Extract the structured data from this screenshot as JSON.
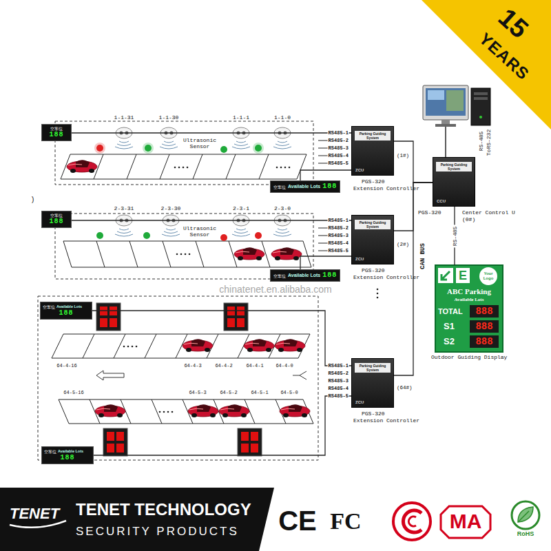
{
  "diagram": {
    "nodes": [
      {
        "text": [
          "空车位",
          "188"
        ]
      },
      {
        "text": [
          "Parking Guiding System",
          "ZCU",
          "(1#)",
          "PGS-320",
          "Extension Controller"
        ]
      },
      {
        "text": [
          "空车位",
          "Available Lots",
          "188"
        ]
      },
      {
        "text": [
          "Parking Guiding System",
          "CCU",
          "PGS-320",
          "Center Control U",
          "(0#)"
        ]
      },
      {
        "text": [
          "空车位",
          "188"
        ]
      },
      {
        "text": [
          "Parking Guiding System",
          "ZCU",
          "(2#)",
          "PGS-320",
          "Extension Controller"
        ]
      },
      {
        "text": [
          "空车位",
          "Available Lots",
          "188"
        ]
      },
      {
        "text": [
          "E",
          "Your Logo",
          "ABC Parking",
          "Available Lots",
          "TOTAL",
          "888",
          "S1",
          "888",
          "S2",
          "888",
          "Outdoor Guiding Display"
        ]
      },
      {
        "text": [
          "空车位",
          "Available Lots",
          "188"
        ]
      },
      {
        "text": [
          "Parking Guiding System",
          "ZCU",
          "(64#)",
          "PGS-320",
          "Extension Controller"
        ]
      },
      {
        "text": [
          "空车位",
          "Available Lots",
          "188"
        ]
      },
      {
        "text": [
          "MA"
        ]
      }
    ],
    "edges": [
      {
        "from": 1,
        "to": 3,
        "arrow": "none"
      },
      {
        "from": 5,
        "to": 3,
        "arrow": "none"
      },
      {
        "from": 9,
        "to": 3,
        "arrow": "none"
      },
      {
        "from": 3,
        "to": 7,
        "label": "RS-485",
        "arrow": "none"
      },
      {
        "from": 0,
        "to": 1,
        "arrow": "none"
      },
      {
        "from": 2,
        "to": 1,
        "arrow": "none"
      },
      {
        "from": 4,
        "to": 5,
        "arrow": "none"
      },
      {
        "from": 6,
        "to": 5,
        "arrow": "none"
      },
      {
        "from": 8,
        "to": 9,
        "arrow": "none"
      },
      {
        "from": 10,
        "to": 9,
        "arrow": "none"
      }
    ],
    "labels": [
      "15",
      "YEARS",
      "RS-485",
      "ToRS-232",
      ")",
      "1-1-31",
      "1-1-30",
      "1-1-1",
      "1-1-0",
      "Ultrasonic Sensor",
      "RS485-1",
      "RS485-2",
      "RS485-3",
      "RS485-4",
      "RS485-5",
      "2-3-31",
      "2-3-30",
      "2-3-1",
      "2-3-0",
      "Ultrasonic Sensor",
      "RS485-1",
      "RS485-2",
      "RS485-3",
      "RS485-4",
      "RS485-5",
      "CAN BUS",
      "64-4-16",
      "64-4-3",
      "64-4-2",
      "64-4-1",
      "64-4-0",
      "64-5-16",
      "64-5-3",
      "64-5-2",
      "64-5-1",
      "64-5-0",
      "RS485-1",
      "RS485-2",
      "RS485-3",
      "RS485-4",
      "RS485-5",
      "chinatenet.en.alibaba.com",
      "TENET",
      "TENET TECHNOLOGY",
      "SECURITY PRODUCTS",
      "CE",
      "FC",
      "RoHS"
    ]
  }
}
